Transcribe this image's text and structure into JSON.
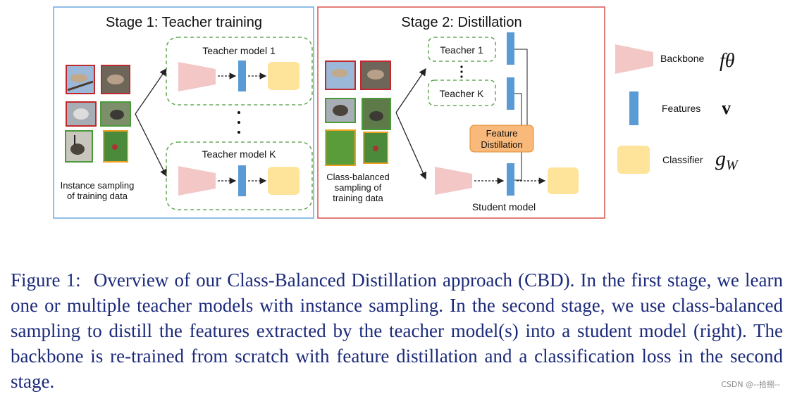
{
  "stage1": {
    "title": "Stage 1: Teacher training",
    "teacher_model_1": "Teacher model 1",
    "teacher_model_k": "Teacher model K",
    "sampling_label_1": "Instance sampling",
    "sampling_label_2": "of training data"
  },
  "stage2": {
    "title": "Stage 2: Distillation",
    "teacher_1": "Teacher 1",
    "teacher_k": "Teacher K",
    "feature_distillation_1": "Feature",
    "feature_distillation_2": "Distillation",
    "student_model": "Student model",
    "sampling_label_1": "Class-balanced",
    "sampling_label_2": "sampling of",
    "sampling_label_3": "training data"
  },
  "legend": {
    "backbone": "Backbone",
    "backbone_symbol": "fθ",
    "features": "Features",
    "features_symbol": "v",
    "classifier": "Classifier",
    "classifier_symbol": "g",
    "classifier_subscript": "W"
  },
  "colors": {
    "stage1_border": "#6aa8e0",
    "stage2_border": "#d9534f",
    "backbone": "#f4c7c7",
    "features": "#5b9bd5",
    "classifier": "#fde49a",
    "distill": "#f8b97a",
    "dashed_box": "#4a9a3a",
    "caption": "#1c2a7a"
  },
  "caption": {
    "label": "Figure 1:",
    "text": "Overview of our Class-Balanced Distillation approach (CBD). In the first stage, we learn one or multiple teacher models with instance sampling. In the second stage, we use class-balanced sampling to distill the features extracted by the teacher model(s) into a student model (right). The backbone is re-trained from scratch with feature distillation and a classification loss in the second stage."
  },
  "watermark": "CSDN @--拾捌--"
}
